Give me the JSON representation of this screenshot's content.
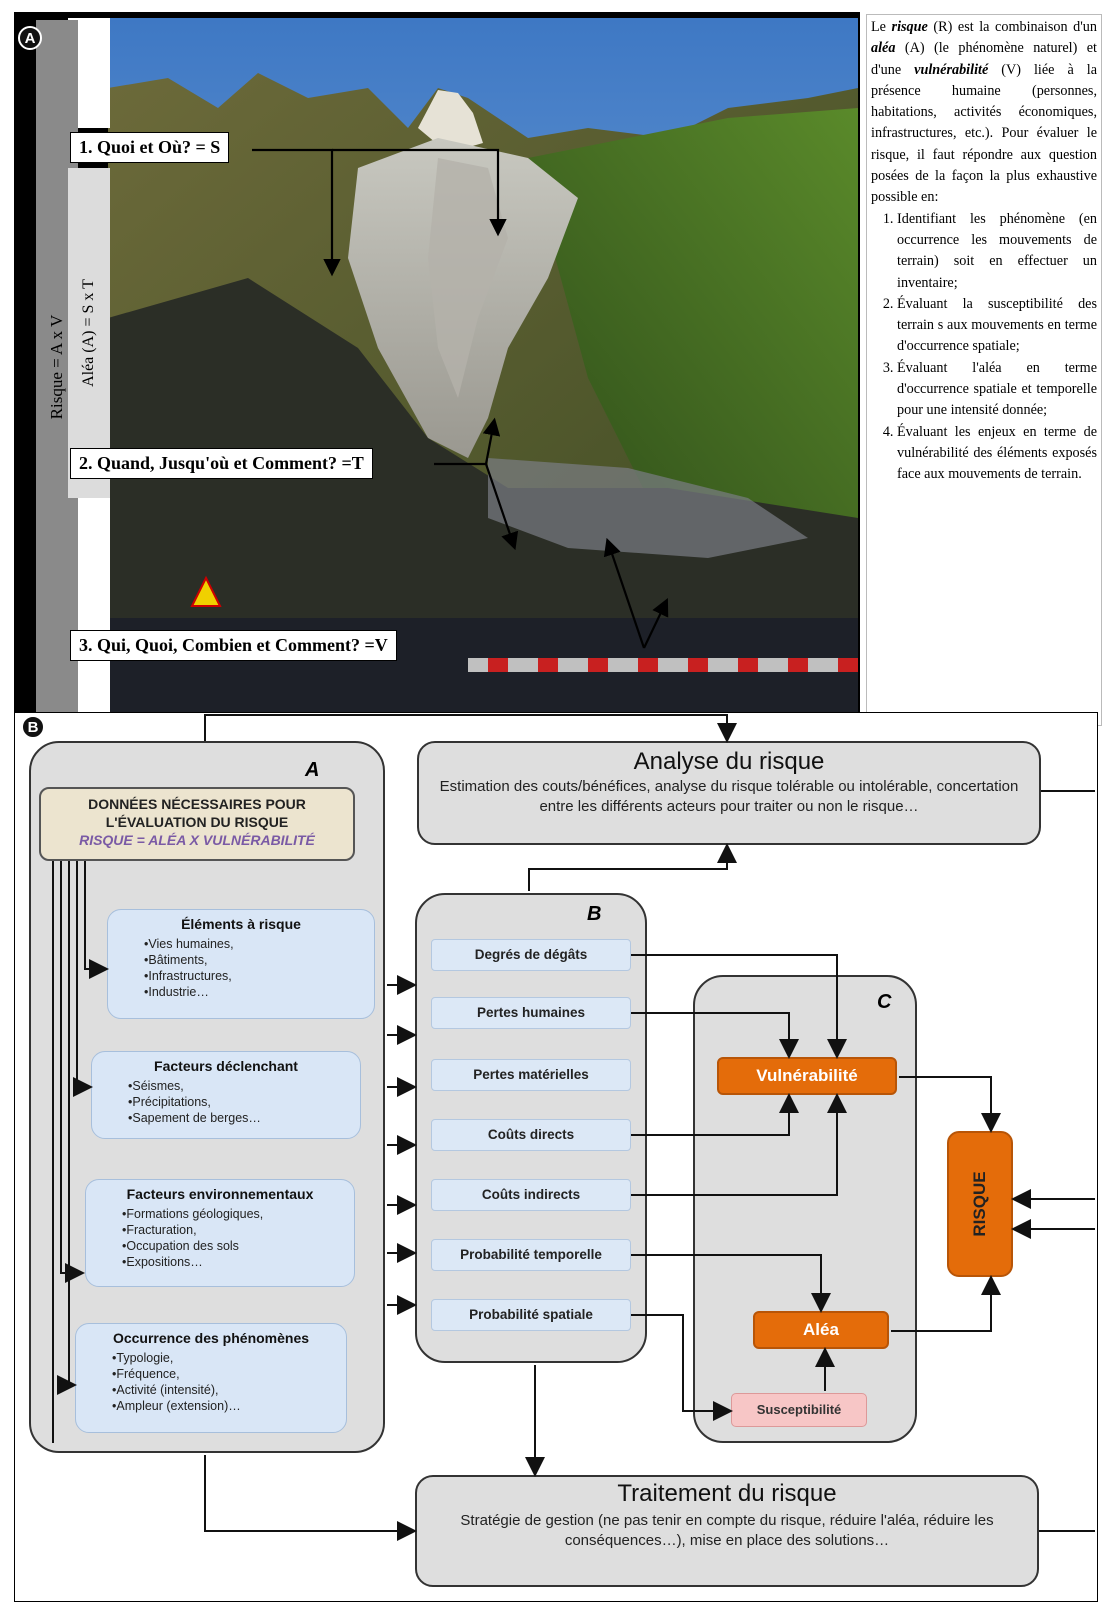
{
  "panel_a": {
    "badge": "A",
    "risk_label": "Risque = A x V",
    "alea_label": "Aléa (A) = S x T",
    "q1": "1. Quoi et Où? = S",
    "q2": "2. Quand, Jusqu'où et Comment? =T",
    "q3": "3. Qui, Quoi, Combien et Comment? =V",
    "side_intro_parts": [
      "Le ",
      "risque",
      " (R) est la combinaison d'un ",
      "aléa",
      " (A) (le phénomène naturel) et d'une ",
      "vulnérabilité",
      " (V) liée à la présence humaine (personnes, habitations, activités économiques, infrastructures, etc.). Pour évaluer le risque, il faut répondre aux question posées de la façon la plus exhaustive possible en:"
    ],
    "side_list": [
      "Identifiant les phénomène (en occurrence les mouvements de terrain) soit en effectuer un inventaire;",
      "Évaluant la susceptibilité des terrain s aux mouvements en terme d'occurrence spatiale;",
      "Évaluant l'aléa en terme d'occurrence spatiale et temporelle pour une intensité donnée;",
      "Évaluant les enjeux en terme de vulnérabilité des éléments exposés face aux mouvements de terrain."
    ]
  },
  "panel_b": {
    "badge": "B",
    "group_a": "A",
    "group_b": "B",
    "group_c": "C",
    "donnees_line1": "DONNÉES NÉCESSAIRES POUR",
    "donnees_line2": "L'ÉVALUATION DU RISQUE",
    "donnees_formula": "RISQUE = ALÉA X VULNÉRABILITÉ",
    "analyse_title": "Analyse du risque",
    "analyse_desc": "Estimation des couts/bénéfices, analyse du risque tolérable ou intolérable, concertation entre les différents acteurs pour traiter ou non le risque…",
    "traitement_title": "Traitement du risque",
    "traitement_desc": "Stratégie de gestion (ne pas tenir en compte du risque, réduire l'aléa, réduire les conséquences…), mise en place des solutions…",
    "inputs": [
      {
        "title": "Éléments à risque",
        "items": [
          "•Vies humaines,",
          "•Bâtiments,",
          "•Infrastructures,",
          "•Industrie…"
        ]
      },
      {
        "title": "Facteurs déclenchant",
        "items": [
          "•Séismes,",
          "•Précipitations,",
          "•Sapement de berges…"
        ]
      },
      {
        "title": "Facteurs environnementaux",
        "items": [
          "•Formations géologiques,",
          "•Fracturation,",
          "•Occupation des sols",
          "•Expositions…"
        ]
      },
      {
        "title": "Occurrence des phénomènes",
        "items": [
          "•Typologie,",
          "•Fréquence,",
          "•Activité (intensité),",
          "•Ampleur (extension)…"
        ]
      }
    ],
    "b_items": [
      "Degrés de dégâts",
      "Pertes humaines",
      "Pertes matérielles",
      "Coûts directs",
      "Coûts indirects",
      "Probabilité temporelle",
      "Probabilité spatiale"
    ],
    "vulnerabilite": "Vulnérabilité",
    "alea": "Aléa",
    "susceptibilite": "Susceptibilité",
    "risque": "RISQUE"
  }
}
